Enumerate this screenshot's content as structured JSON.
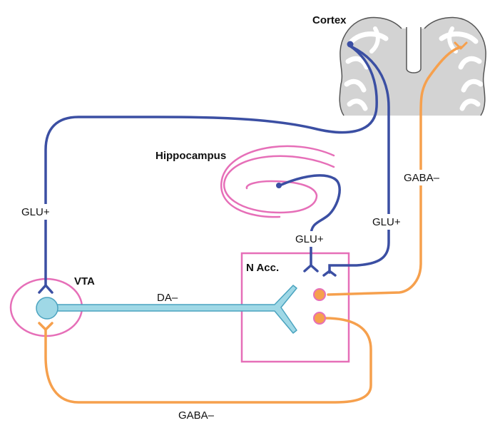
{
  "regions": {
    "cortex": "Cortex",
    "hippocampus": "Hippocampus",
    "vta": "VTA",
    "nacc": "N Acc."
  },
  "pathways": {
    "glu_vta": "GLU+",
    "glu_hippocampus": "GLU+",
    "glu_cortex": "GLU+",
    "gaba_cortex": "GABA–",
    "gaba_vta": "GABA–",
    "da": "DA–"
  },
  "colors": {
    "glutamate": "#3b4fa3",
    "gaba": "#f6a04d",
    "dopamine": "#9fd8e6",
    "dopamine_outline": "#4aa3bf",
    "region_outline": "#e66fb8",
    "cortex_fill": "#d3d3d3"
  }
}
